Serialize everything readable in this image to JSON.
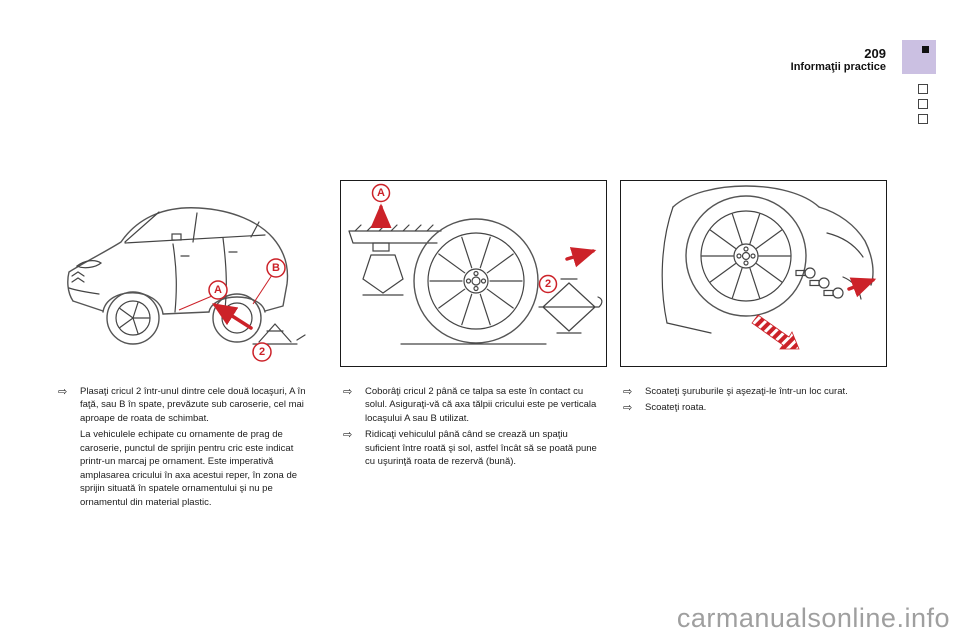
{
  "header": {
    "page_number": "209",
    "section_title": "Informaţii practice"
  },
  "ui": {
    "bullet_marker": "⇨"
  },
  "figure_labels": {
    "fig1": {
      "a": "A",
      "b": "B",
      "jack": "2"
    },
    "fig2": {
      "a": "A",
      "jack": "2"
    }
  },
  "instructions": {
    "col1": {
      "step1": "Plasaţi cricul 2 într-unul dintre cele două locaşuri, A în faţă, sau B în spate, prevăzute sub caroserie, cel mai aproape de roata de schimbat.",
      "note": "La vehiculele echipate cu ornamente de prag de caroserie, punctul de sprijin pentru cric este indicat printr-un marcaj pe ornament. Este imperativă amplasarea cricului în axa acestui reper, în zona de sprijin situată în spatele ornamentului şi nu pe ornamentul din material plastic."
    },
    "col2": {
      "step1": "Coborâţi cricul 2 până ce talpa sa este în contact cu solul. Asiguraţi-vă că axa tălpii cricului este pe verticala locaşului A sau B utilizat.",
      "step2": "Ridicaţi vehiculul până când se crează un spaţiu suficient între roată şi sol, astfel încât să se poată pune cu uşurinţă roata de rezervă (bună)."
    },
    "col3": {
      "step1": "Scoateţi şuruburile şi aşezaţi-le într-un loc curat.",
      "step2": "Scoateţi roata."
    }
  },
  "watermark": "carmanualsonline.info"
}
